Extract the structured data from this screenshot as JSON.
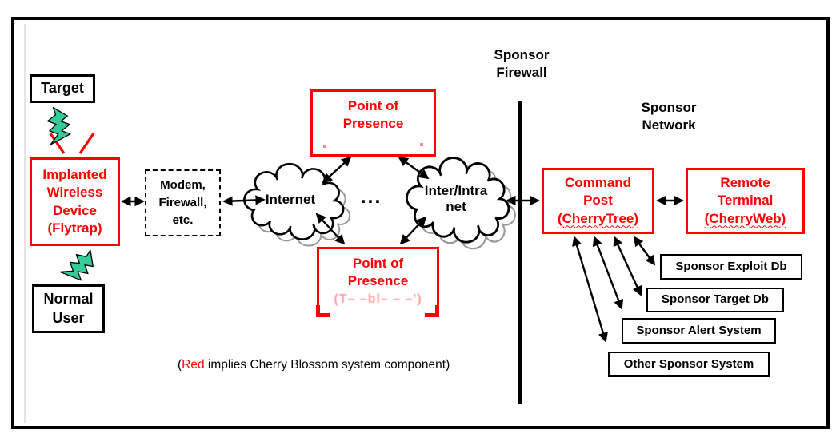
{
  "nodes": {
    "target": "Target",
    "flytrap": "Implanted\nWireless\nDevice\n(Flytrap)",
    "normal_user": "Normal\nUser",
    "modem": "Modem,\nFirewall,\netc.",
    "internet_cloud": "Internet",
    "ellipsis": "...",
    "intranet_cloud": "Inter/Intra\nnet",
    "pop_top": "Point of\nPresence",
    "pop_bottom": "Point of\nPresence",
    "pop_bottom_erased": "(T– –bl– – –')",
    "command_post_top": "Command\nPost",
    "command_post_sub": "(CherryTree)",
    "remote_terminal_top": "Remote\nTerminal",
    "remote_terminal_sub": "(CherryWeb)",
    "sponsor_exploit_db": "Sponsor Exploit Db",
    "sponsor_target_db": "Sponsor Target Db",
    "sponsor_alert_system": "Sponsor Alert System",
    "other_sponsor_system": "Other Sponsor System"
  },
  "labels": {
    "sponsor_firewall": "Sponsor\nFirewall",
    "sponsor_network": "Sponsor\nNetwork"
  },
  "caption": {
    "open": "(",
    "red_word": "Red",
    "rest": " implies Cherry Blossom system component)"
  },
  "icons": {
    "lightning": "lightning-bolt",
    "cloud": "network-cloud",
    "arrow": "double-headed-arrow",
    "firewall": "firewall-line"
  },
  "colors": {
    "component_red": "#ff0000",
    "lightning_green": "#33cc99",
    "line_black": "#000000",
    "cloud_shadow_gray": "#999999"
  }
}
